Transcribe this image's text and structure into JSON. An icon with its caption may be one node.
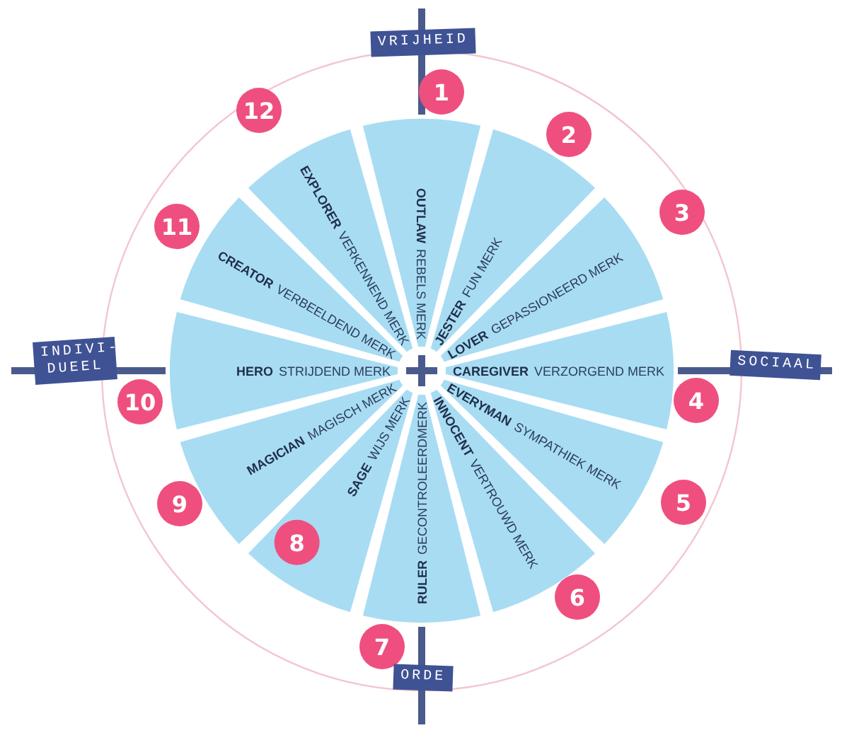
{
  "diagram": {
    "nodes": [
      {
        "text": [
          "VRIJHEID"
        ]
      },
      {
        "text": [
          "OUTLAW",
          "REBELS MERK"
        ]
      },
      {
        "text": [
          "JESTER",
          "FUN MERK"
        ]
      },
      {
        "text": [
          "LOVER",
          "GEPASSIONEERD MERK"
        ]
      },
      {
        "text": [
          "CAREGIVER",
          "VERZORGEND MERK"
        ]
      },
      {
        "text": [
          "EVERYMAN",
          "SYMPATHIEK MERK"
        ]
      },
      {
        "text": [
          "INNOCENT",
          "VERTROUWD MERK"
        ]
      },
      {
        "text": [
          "RULER",
          "GECONTROLEERDMERK"
        ]
      },
      {
        "text": [
          "SAGE",
          "WIJS MERK"
        ]
      },
      {
        "text": [
          "MAGICIAN",
          "MAGISCH MERK"
        ]
      },
      {
        "text": [
          "HERO",
          "STRIJDEND MERK"
        ]
      },
      {
        "text": [
          "CREATOR",
          "VERBEELDEND MERK"
        ]
      },
      {
        "text": [
          "EXPLORER",
          "VERKENNEND MERK"
        ]
      },
      {
        "text": [
          "1"
        ]
      },
      {
        "text": [
          "2"
        ]
      },
      {
        "text": [
          "3"
        ]
      },
      {
        "text": [
          "4"
        ]
      },
      {
        "text": [
          "5"
        ]
      },
      {
        "text": [
          "6"
        ]
      },
      {
        "text": [
          "7"
        ]
      },
      {
        "text": [
          "8"
        ],
        "in": 8
      },
      {
        "text": [
          "9"
        ]
      },
      {
        "text": [
          "10"
        ]
      },
      {
        "text": [
          "11"
        ]
      },
      {
        "text": [
          "12"
        ]
      },
      {
        "text": [
          "SOCIAAL"
        ]
      },
      {
        "text": [
          "ORDE"
        ]
      },
      {
        "text": [
          "INDIVI- DUEEL"
        ]
      }
    ]
  }
}
